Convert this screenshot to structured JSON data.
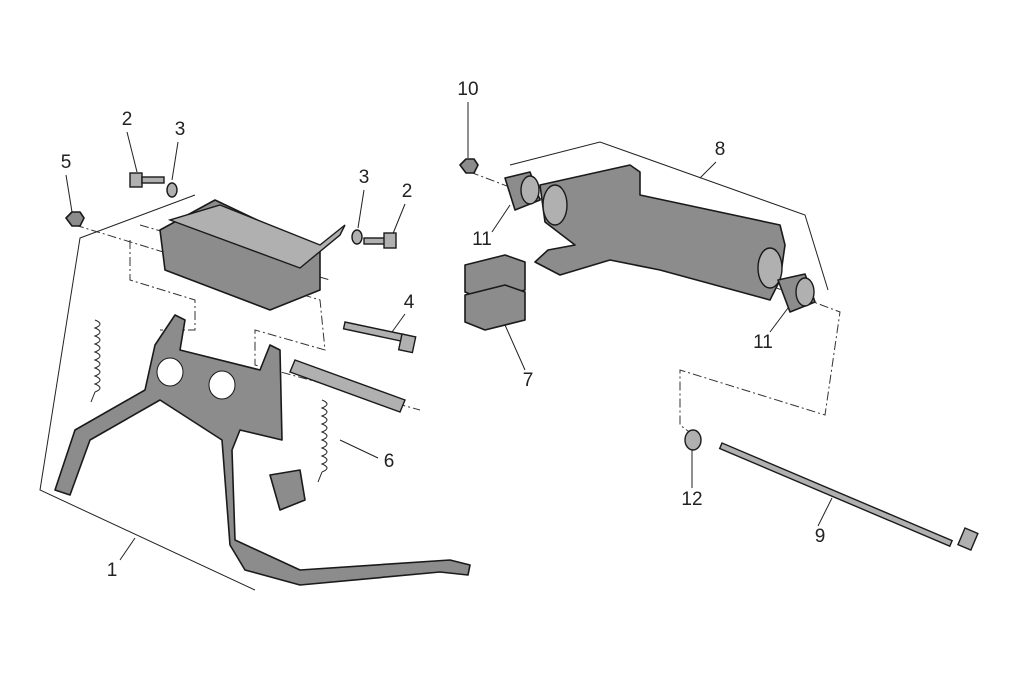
{
  "callouts": [
    {
      "id": "c10",
      "text": "10"
    },
    {
      "id": "c2a",
      "text": "2"
    },
    {
      "id": "c3a",
      "text": "3"
    },
    {
      "id": "c5",
      "text": "5"
    },
    {
      "id": "c3b",
      "text": "3"
    },
    {
      "id": "c2b",
      "text": "2"
    },
    {
      "id": "c8",
      "text": "8"
    },
    {
      "id": "c11a",
      "text": "11"
    },
    {
      "id": "c4",
      "text": "4"
    },
    {
      "id": "c7",
      "text": "7"
    },
    {
      "id": "c11b",
      "text": "11"
    },
    {
      "id": "c6",
      "text": "6"
    },
    {
      "id": "c12",
      "text": "12"
    },
    {
      "id": "c9",
      "text": "9"
    },
    {
      "id": "c1",
      "text": "1"
    }
  ]
}
